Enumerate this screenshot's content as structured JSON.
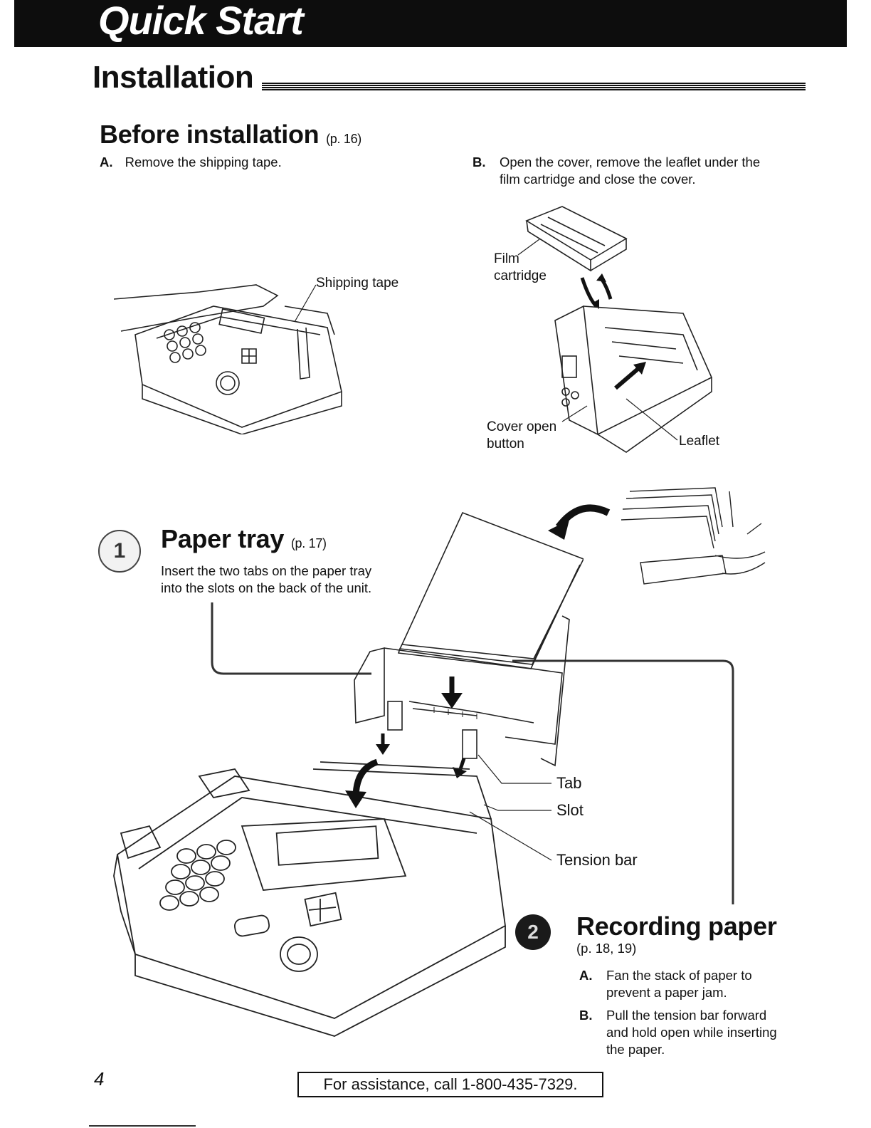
{
  "banner": {
    "title": "Quick Start"
  },
  "section": {
    "title": "Installation"
  },
  "before_installation": {
    "heading": "Before installation",
    "page_ref": "(p. 16)",
    "step_a": {
      "letter": "A.",
      "text": "Remove the shipping tape."
    },
    "step_b": {
      "letter": "B.",
      "line1": "Open the cover, remove the leaflet under the",
      "line2": "film cartridge and close the cover."
    },
    "labels": {
      "shipping_tape": "Shipping tape",
      "film": "Film",
      "cartridge": "cartridge",
      "cover_open": "Cover open",
      "button": "button",
      "leaflet": "Leaflet"
    }
  },
  "paper_tray": {
    "number": "1",
    "heading": "Paper tray",
    "page_ref": "(p. 17)",
    "line1": "Insert the two tabs on the paper tray",
    "line2": "into the slots on the back of the unit.",
    "labels": {
      "tab": "Tab",
      "slot": "Slot",
      "tension_bar": "Tension bar"
    }
  },
  "recording_paper": {
    "number": "2",
    "heading": "Recording paper",
    "page_ref": "(p. 18, 19)",
    "step_a": {
      "letter": "A.",
      "line1": "Fan the stack of paper to",
      "line2": "prevent a paper jam."
    },
    "step_b": {
      "letter": "B.",
      "line1": "Pull the tension bar forward",
      "line2": "and hold open while inserting",
      "line3": "the paper."
    }
  },
  "footer": {
    "page_number": "4",
    "assistance": "For assistance, call 1-800-435-7329."
  }
}
